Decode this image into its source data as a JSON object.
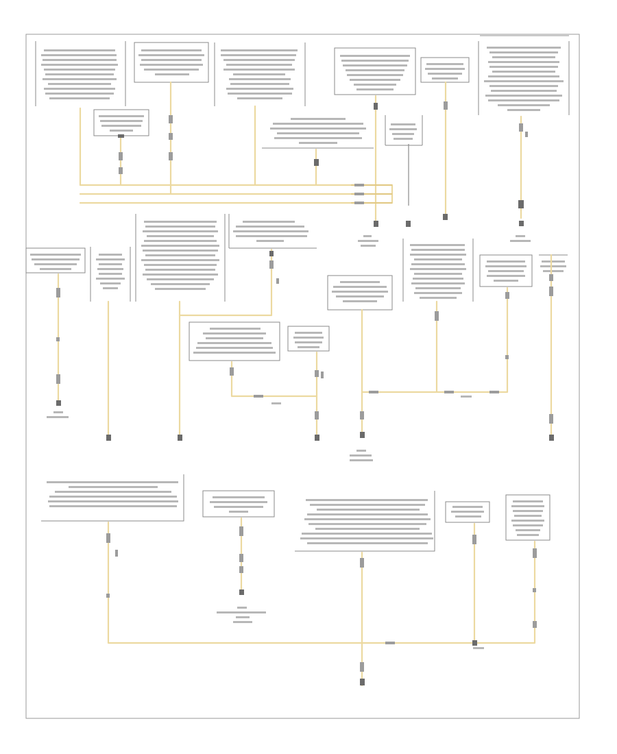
{
  "diagram": {
    "title": "",
    "footer_code": "",
    "components": [
      {
        "id": "c1",
        "label": ""
      },
      {
        "id": "c2",
        "label": ""
      },
      {
        "id": "c3",
        "label": ""
      },
      {
        "id": "c4",
        "label": ""
      },
      {
        "id": "c5",
        "label": ""
      },
      {
        "id": "c6",
        "label": ""
      },
      {
        "id": "c7",
        "label": ""
      },
      {
        "id": "c8",
        "label": ""
      },
      {
        "id": "c9",
        "label": ""
      },
      {
        "id": "c10",
        "label": ""
      },
      {
        "id": "c11",
        "label": ""
      },
      {
        "id": "c12",
        "label": ""
      },
      {
        "id": "c13",
        "label": ""
      },
      {
        "id": "c14",
        "label": ""
      },
      {
        "id": "c15",
        "label": ""
      },
      {
        "id": "c16",
        "label": ""
      },
      {
        "id": "c17",
        "label": ""
      },
      {
        "id": "c18",
        "label": ""
      },
      {
        "id": "c19",
        "label": ""
      },
      {
        "id": "c20",
        "label": ""
      },
      {
        "id": "c21",
        "label": ""
      },
      {
        "id": "c22",
        "label": ""
      },
      {
        "id": "c23",
        "label": ""
      },
      {
        "id": "c24",
        "label": ""
      },
      {
        "id": "c25",
        "label": ""
      }
    ],
    "wire_color": "#ecd9a0",
    "line_color": "#8a8a8a"
  }
}
